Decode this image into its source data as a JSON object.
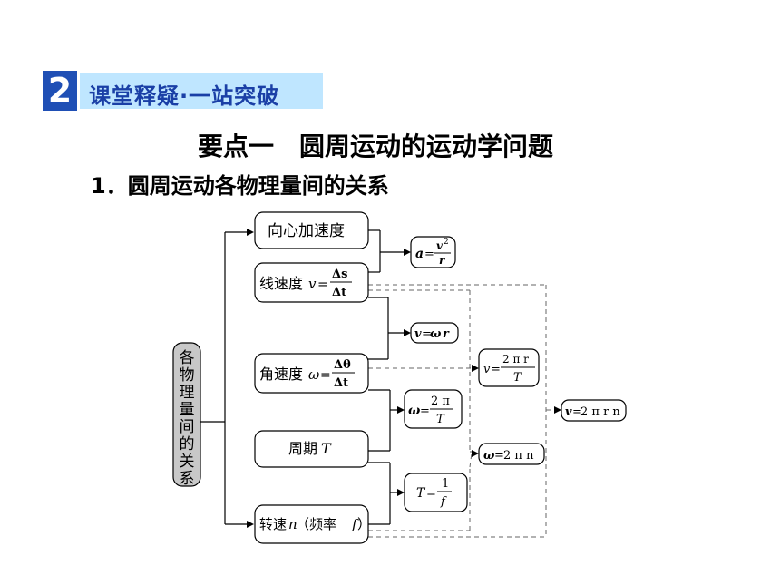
{
  "header": {
    "badge_number": "2",
    "section_title": "课堂释疑·一站突破"
  },
  "heading": "要点一　圆周运动的运动学问题",
  "subheading": "1．圆周运动各物理量间的关系",
  "diagram": {
    "root_chars": [
      "各",
      "物",
      "理",
      "量",
      "间",
      "的",
      "关",
      "系"
    ],
    "nodes": {
      "centripetal_acc": "向心加速度",
      "linear_speed": "线速度",
      "angular_speed": "角速度",
      "period": "周期",
      "rotation_speed": "转速",
      "rotation_paren": "（频率",
      "rotation_close": "）"
    },
    "vars": {
      "v": "v",
      "a": "a",
      "r": "r",
      "omega": "ω",
      "T": "T",
      "n": "n",
      "f": "f",
      "two": "2",
      "pi": "π",
      "one": "1",
      "sup2": "2",
      "delta_s": "Δs",
      "delta_t": "Δt",
      "delta_theta": "Δθ",
      "eq": "=",
      "two_pi": "2 π",
      "two_pi_r": "2 π r",
      "two_pi_n": "2 π n",
      "two_pi_rn": "2 π r n"
    }
  }
}
